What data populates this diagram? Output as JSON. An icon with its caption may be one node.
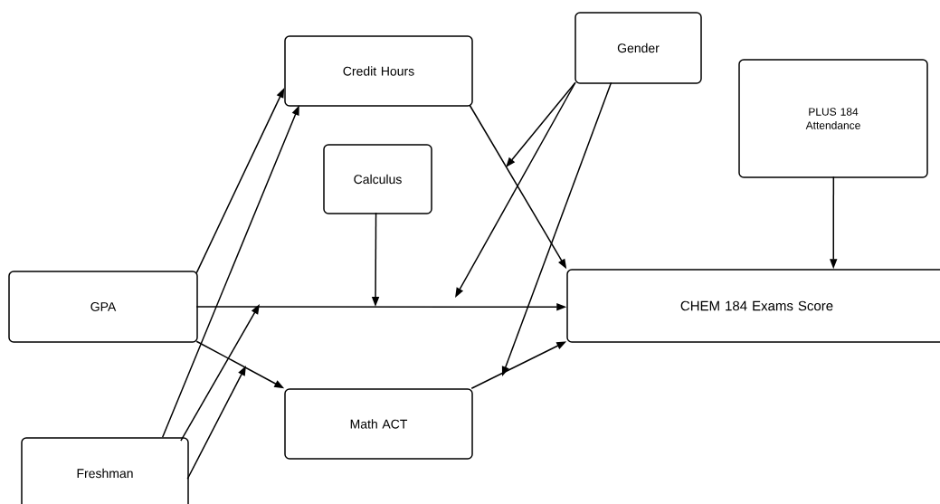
{
  "diagram": {
    "nodes": [
      {
        "text": [
          "Credit Hours"
        ]
      },
      {
        "text": [
          "Gender"
        ]
      },
      {
        "text": [
          "PLUS 184 Attendance"
        ]
      },
      {
        "text": [
          "Calculus"
        ]
      },
      {
        "text": [
          "GPA"
        ]
      },
      {
        "text": [
          "CHEM 184 Exams Score"
        ]
      },
      {
        "text": [
          "Math ACT"
        ]
      },
      {
        "text": [
          "Freshman"
        ]
      }
    ],
    "edges": [
      {
        "from": 4,
        "to": 0,
        "arrow": "to"
      },
      {
        "from": 7,
        "to": 0,
        "arrow": "to"
      },
      {
        "from": 7,
        "to": null,
        "arrow": "to"
      },
      {
        "from": 7,
        "to": null,
        "arrow": "to"
      },
      {
        "from": 4,
        "to": 5,
        "arrow": "to"
      },
      {
        "from": 4,
        "to": 6,
        "arrow": "to"
      },
      {
        "from": 0,
        "to": 5,
        "arrow": "to"
      },
      {
        "from": 1,
        "to": null,
        "arrow": "to"
      },
      {
        "from": 1,
        "to": null,
        "arrow": "to"
      },
      {
        "from": 1,
        "to": null,
        "arrow": "to"
      },
      {
        "from": 3,
        "to": null,
        "arrow": "to"
      },
      {
        "from": 2,
        "to": 5,
        "arrow": "to"
      },
      {
        "from": 6,
        "to": 5,
        "arrow": "to"
      }
    ]
  }
}
